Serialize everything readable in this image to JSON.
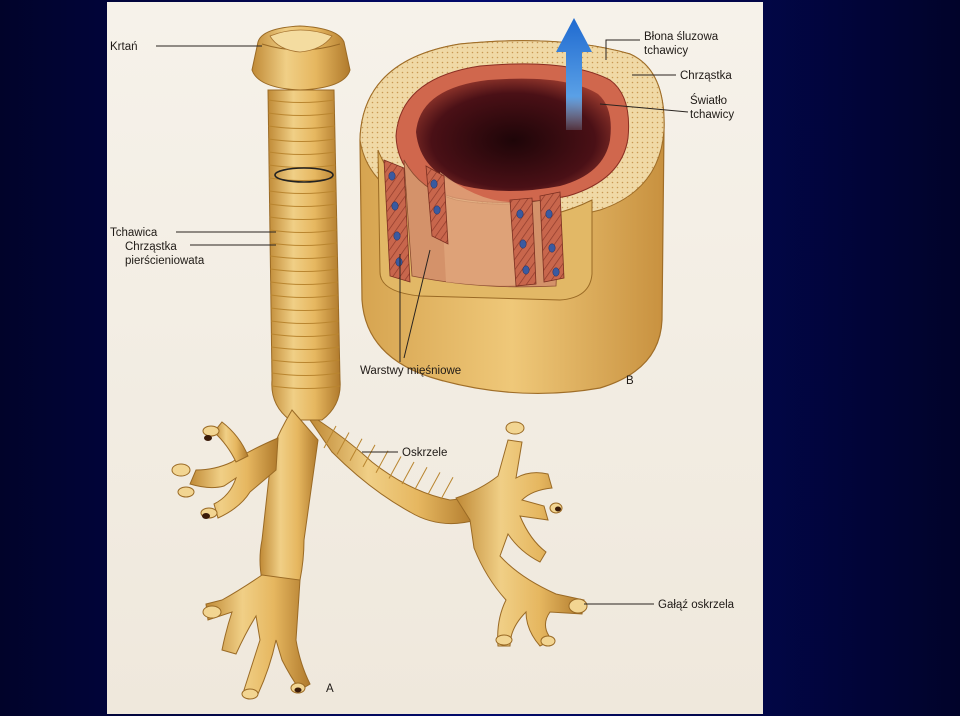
{
  "labels": {
    "larynx": "Krtań",
    "trachea": "Tchawica",
    "ring_cartilage_1": "Chrząstka",
    "ring_cartilage_2": "pierścieniowata",
    "mucosa_1": "Błona śluzowa",
    "mucosa_2": "tchawicy",
    "cartilage": "Chrząstka",
    "lumen_1": "Światło",
    "lumen_2": "tchawicy",
    "muscle_layers": "Warstwy mięśniowe",
    "bronchus": "Oskrzele",
    "bronchus_branch": "Gałąź oskrzela",
    "figure_a": "A",
    "figure_b": "B"
  },
  "colors": {
    "cartilage": "#e2b45c",
    "cartilage_dark": "#b9852f",
    "cartilage_light": "#f1d08a",
    "lumen": "#3a0c12",
    "mucosa": "#c0523f",
    "muscle": "#b85a44",
    "nucleus": "#3a5aa0",
    "arrow": "#2a6fc4"
  }
}
